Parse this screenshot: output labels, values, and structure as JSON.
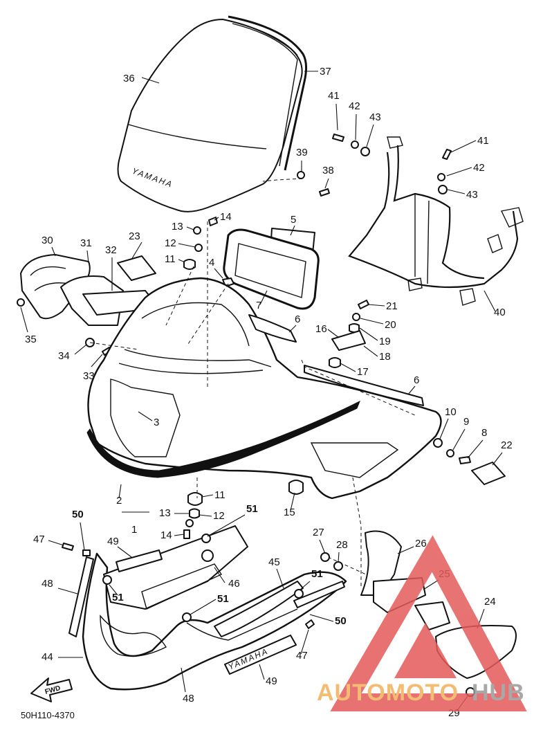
{
  "diagram": {
    "code": "50H110-4370",
    "fwd_label": "FWD",
    "brand_marks": [
      "YAMAHA",
      "YAMAHA"
    ],
    "callouts": [
      {
        "id": "c36",
        "text": "36"
      },
      {
        "id": "c37",
        "text": "37"
      },
      {
        "id": "c41a",
        "text": "41"
      },
      {
        "id": "c42a",
        "text": "42"
      },
      {
        "id": "c43a",
        "text": "43"
      },
      {
        "id": "c39",
        "text": "39"
      },
      {
        "id": "c38",
        "text": "38"
      },
      {
        "id": "c41b",
        "text": "41"
      },
      {
        "id": "c42b",
        "text": "42"
      },
      {
        "id": "c43b",
        "text": "43"
      },
      {
        "id": "c5",
        "text": "5"
      },
      {
        "id": "c13a",
        "text": "13"
      },
      {
        "id": "c14a",
        "text": "14"
      },
      {
        "id": "c12a",
        "text": "12"
      },
      {
        "id": "c11a",
        "text": "11"
      },
      {
        "id": "c4",
        "text": "4"
      },
      {
        "id": "c7",
        "text": "7"
      },
      {
        "id": "c30",
        "text": "30"
      },
      {
        "id": "c31",
        "text": "31"
      },
      {
        "id": "c32",
        "text": "32"
      },
      {
        "id": "c23",
        "text": "23"
      },
      {
        "id": "c35",
        "text": "35"
      },
      {
        "id": "c34",
        "text": "34"
      },
      {
        "id": "c33",
        "text": "33"
      },
      {
        "id": "c21",
        "text": "21"
      },
      {
        "id": "c20",
        "text": "20"
      },
      {
        "id": "c16",
        "text": "16"
      },
      {
        "id": "c19",
        "text": "19"
      },
      {
        "id": "c18",
        "text": "18"
      },
      {
        "id": "c6a",
        "text": "6"
      },
      {
        "id": "c17",
        "text": "17"
      },
      {
        "id": "c6b",
        "text": "6"
      },
      {
        "id": "c40",
        "text": "40"
      },
      {
        "id": "c3",
        "text": "3"
      },
      {
        "id": "c10",
        "text": "10"
      },
      {
        "id": "c9",
        "text": "9"
      },
      {
        "id": "c8",
        "text": "8"
      },
      {
        "id": "c22",
        "text": "22"
      },
      {
        "id": "c2",
        "text": "2"
      },
      {
        "id": "c1",
        "text": "1"
      },
      {
        "id": "c11b",
        "text": "11"
      },
      {
        "id": "c15",
        "text": "15"
      },
      {
        "id": "c13b",
        "text": "13"
      },
      {
        "id": "c12b",
        "text": "12"
      },
      {
        "id": "c14b",
        "text": "14"
      },
      {
        "id": "c50a",
        "text": "50"
      },
      {
        "id": "c51a",
        "text": "51"
      },
      {
        "id": "c47a",
        "text": "47"
      },
      {
        "id": "c49a",
        "text": "49"
      },
      {
        "id": "c27",
        "text": "27"
      },
      {
        "id": "c28",
        "text": "28"
      },
      {
        "id": "c26",
        "text": "26"
      },
      {
        "id": "c48a",
        "text": "48"
      },
      {
        "id": "c45",
        "text": "45"
      },
      {
        "id": "c51b",
        "text": "51"
      },
      {
        "id": "c46",
        "text": "46"
      },
      {
        "id": "c51c",
        "text": "51"
      },
      {
        "id": "c51d",
        "text": "51"
      },
      {
        "id": "c25",
        "text": "25"
      },
      {
        "id": "c24",
        "text": "24"
      },
      {
        "id": "c50b",
        "text": "50"
      },
      {
        "id": "c44",
        "text": "44"
      },
      {
        "id": "c47b",
        "text": "47"
      },
      {
        "id": "c49b",
        "text": "49"
      },
      {
        "id": "c48b",
        "text": "48"
      },
      {
        "id": "c29",
        "text": "29"
      }
    ]
  },
  "watermark": {
    "part1": "AUTOMOTO",
    "part2": "HUB",
    "colors": {
      "triangle": "#e45a5a",
      "orange": "#f0b25a",
      "grey": "#9a9a9a"
    }
  }
}
